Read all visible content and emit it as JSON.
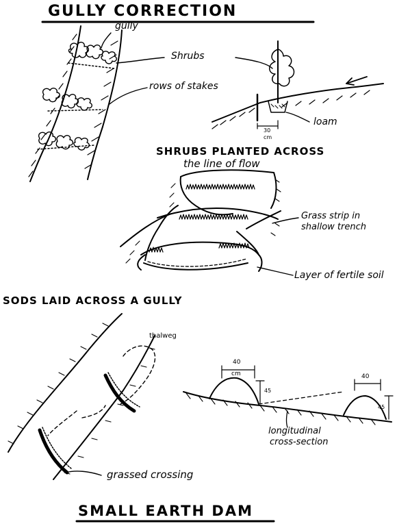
{
  "page": {
    "title_top": "GULLY CORRECTION",
    "title_bottom": "SMALL EARTH DAM"
  },
  "gully_sketch": {
    "gully": "gully",
    "shrubs": "Shrubs",
    "rows_of_stakes": "rows of stakes",
    "loam": "loam",
    "measure_value": "30",
    "measure_unit": "cm"
  },
  "shrub_section": {
    "heading_line1": "SHRUBS PLANTED ACROSS",
    "heading_line2": "the line of flow",
    "grass_strip_line1": "Grass strip in",
    "grass_strip_line2": "shallow trench",
    "fertile_soil": "Layer of fertile soil"
  },
  "sods_section": {
    "heading": "SODS LAID ACROSS A GULLY"
  },
  "dam_section": {
    "thalweg": "thalweg",
    "grassed_crossing": "grassed crossing",
    "long_section_line1": "longitudinal",
    "long_section_line2": "cross-section",
    "width_1": "40",
    "width_unit": "cm",
    "height_1": "45",
    "width_2": "40",
    "height_2": "45"
  }
}
